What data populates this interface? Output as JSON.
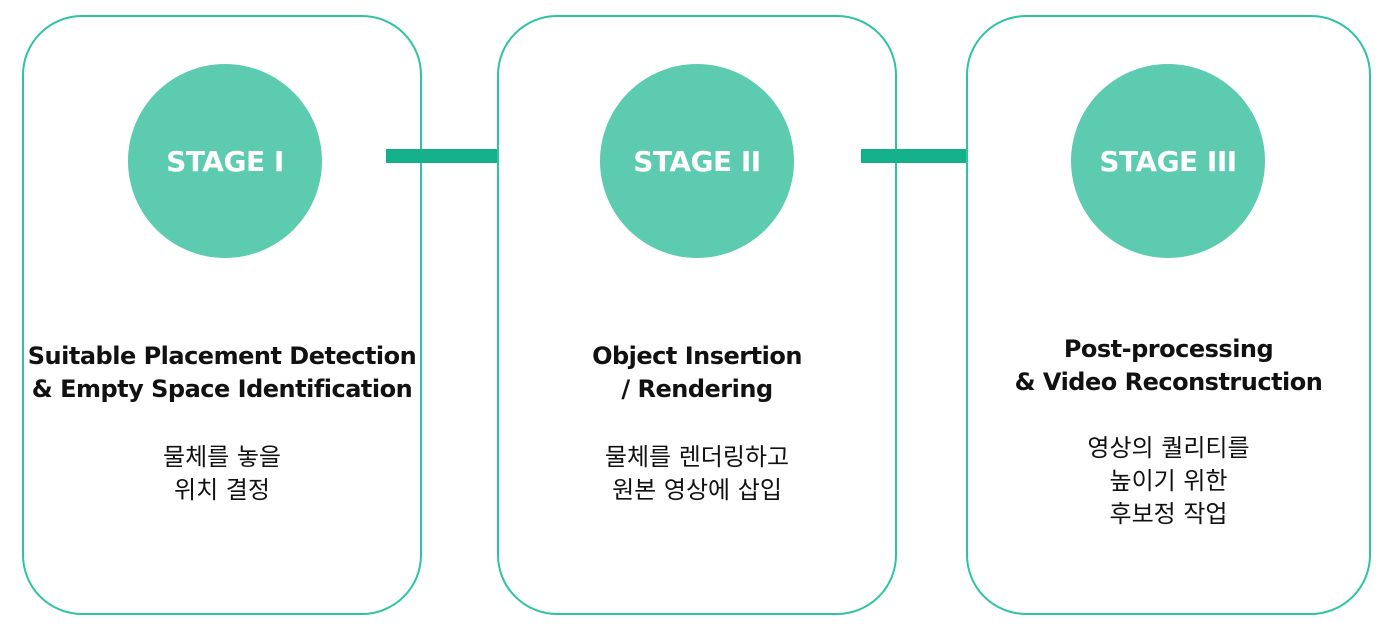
{
  "colors": {
    "border": "#2ec4a0",
    "circle": "#5ccbaf",
    "arrow": "#14b08a",
    "text": "#111111"
  },
  "stages": [
    {
      "label": "STAGE I",
      "title_lines": [
        "Suitable Placement Detection",
        "& Empty Space Identification"
      ],
      "desc_lines": [
        "물체를 놓을",
        "위치 결정"
      ]
    },
    {
      "label": "STAGE II",
      "title_lines": [
        "Object Insertion",
        "/ Rendering"
      ],
      "desc_lines": [
        "물체를 렌더링하고",
        "원본 영상에 삽입"
      ]
    },
    {
      "label": "STAGE III",
      "title_lines": [
        "Post-processing",
        "& Video Reconstruction"
      ],
      "desc_lines": [
        "영상의 퀄리티를",
        "높이기 위한",
        "후보정 작업"
      ]
    }
  ]
}
